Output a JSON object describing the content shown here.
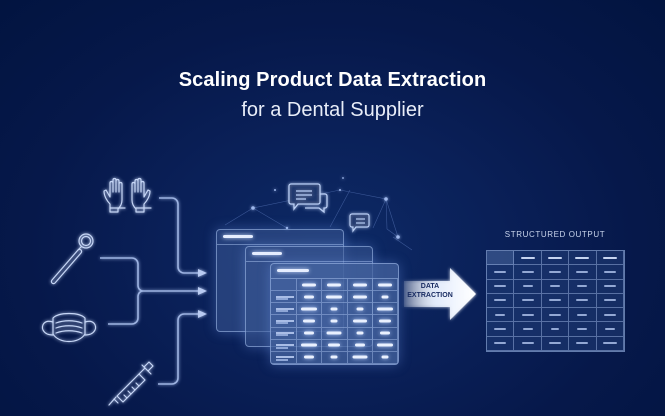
{
  "title": {
    "line1": "Scaling Product Data Extraction",
    "line2": "for a Dental Supplier"
  },
  "inputs": {
    "items": [
      {
        "name": "gloves",
        "icon": "gloves-icon"
      },
      {
        "name": "dental mirror",
        "icon": "dental-mirror-icon"
      },
      {
        "name": "face mask",
        "icon": "face-mask-icon"
      },
      {
        "name": "syringe",
        "icon": "syringe-icon"
      }
    ]
  },
  "process": {
    "icons": [
      "chat-bubbles-icon",
      "chat-bubble-icon",
      "network-nodes-icon"
    ],
    "tables": [
      "source-table-back",
      "source-table-middle",
      "source-table-front"
    ],
    "arrow_label_line1": "DATA",
    "arrow_label_line2": "EXTRACTION"
  },
  "output": {
    "label": "STRUCTURED OUTPUT",
    "columns": 5,
    "rows": 7
  },
  "colors": {
    "background": "#021440",
    "accent_line": "#8fa8dc",
    "glow": "#cfe0ff",
    "text": "#ffffff"
  }
}
